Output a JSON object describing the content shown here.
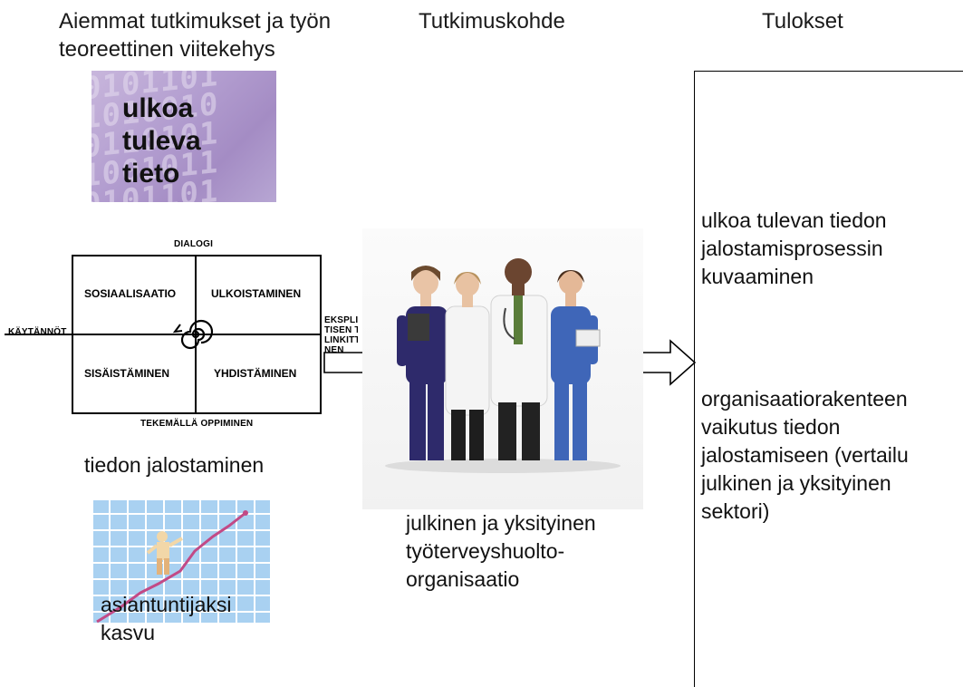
{
  "columns": {
    "prior": "Aiemmat tutkimukset ja työn teoreettinen viitekehys",
    "target": "Tutkimuskohde",
    "results": "Tulokset"
  },
  "binary_image": {
    "label_lines": [
      "ulkoa",
      "tuleva",
      "tieto"
    ]
  },
  "seci": {
    "top_axis": "DIALOGI",
    "bottom_axis": "TEKEMÄLLÄ OPPIMINEN",
    "left_axis": "KÄYTÄNNÖT",
    "right_axis_lines": [
      "EKSPLIS",
      "TISEN T",
      "LINKITT",
      "NEN"
    ],
    "cells": {
      "top_left": "SOSIAALISAATIO",
      "top_right": "ULKOISTAMINEN",
      "bottom_left": "SISÄISTÄMINEN",
      "bottom_right": "YHDISTÄMINEN"
    }
  },
  "labels": {
    "refinement": "tiedon jalostaminen",
    "expert_growth_lines": [
      "asiantuntijaksi",
      "kasvu"
    ],
    "sector_lines": [
      "julkinen ja yksityinen",
      "työterveyshuolto-",
      "organisaatio"
    ]
  },
  "results": {
    "item1_lines": [
      "ulkoa tulevan tiedon",
      "jalostamisprosessin",
      "kuvaaminen"
    ],
    "item2_lines": [
      "organisaatiorakenteen",
      "vaikutus tiedon",
      "jalostamiseen (vertailu",
      "julkinen ja yksityinen",
      "sektori)"
    ]
  },
  "colors": {
    "binary_bg": "#b39ed0",
    "grid_bg": "#a9d1f1",
    "scrub_navy": "#2e2a6b",
    "scrub_blue": "#3f66b8"
  }
}
